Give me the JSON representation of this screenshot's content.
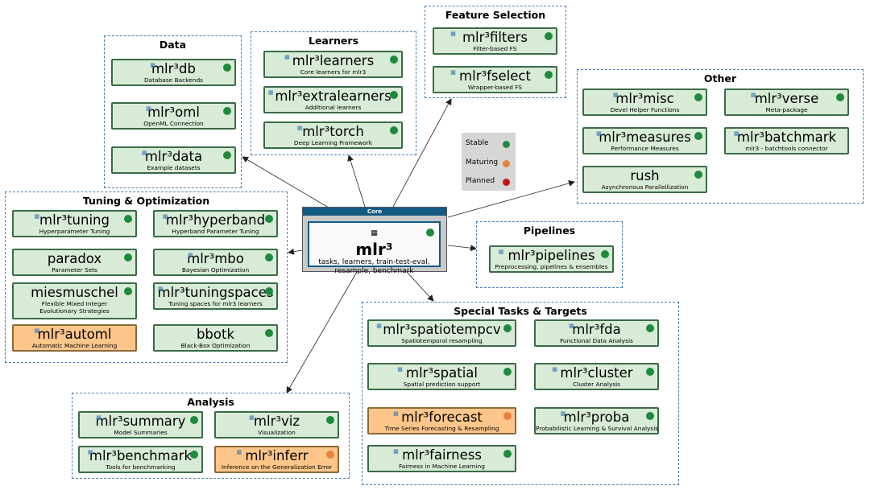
{
  "core": {
    "header": "Core",
    "name": "mlr³",
    "description": "tasks, learners, train-test-eval, resample, benchmark",
    "status": "stable"
  },
  "legend": [
    {
      "label": "Stable",
      "color": "#1e8a3c"
    },
    {
      "label": "Maturing",
      "color": "#e8823e"
    },
    {
      "label": "Planned",
      "color": "#c81414"
    }
  ],
  "colors": {
    "stable_fill": "#d8ebd6",
    "maturing_fill": "#fcc68a",
    "group_border": "#4a7fb0",
    "core_header": "#135a82"
  },
  "groups": {
    "data": {
      "title": "Data",
      "packages": [
        {
          "name": "mlr³db",
          "desc": "Database Backends",
          "status": "stable"
        },
        {
          "name": "mlr³oml",
          "desc": "OpenML Connection",
          "status": "stable"
        },
        {
          "name": "mlr³data",
          "desc": "Example datasets",
          "status": "stable"
        }
      ]
    },
    "learners": {
      "title": "Learners",
      "packages": [
        {
          "name": "mlr³learners",
          "desc": "Core learners for mlr3",
          "status": "stable"
        },
        {
          "name": "mlr³extralearners",
          "desc": "Additional learners",
          "status": "stable"
        },
        {
          "name": "mlr³torch",
          "desc": "Deep Learning Framework",
          "status": "stable"
        }
      ]
    },
    "feature_selection": {
      "title": "Feature Selection",
      "packages": [
        {
          "name": "mlr³filters",
          "desc": "Filter-based FS",
          "status": "stable"
        },
        {
          "name": "mlr³fselect",
          "desc": "Wrapper-based FS",
          "status": "stable"
        }
      ]
    },
    "other": {
      "title": "Other",
      "packages": [
        {
          "name": "mlr³misc",
          "desc": "Devel Helper Functions",
          "status": "stable"
        },
        {
          "name": "mlr³verse",
          "desc": "Meta-package",
          "status": "stable"
        },
        {
          "name": "mlr³measures",
          "desc": "Performance Measures",
          "status": "stable"
        },
        {
          "name": "mlr³batchmark",
          "desc": "mlr3 - batchtools connector",
          "status": "none"
        },
        {
          "name": "rush",
          "desc": "Asynchronous Parallellization",
          "status": "stable"
        }
      ]
    },
    "tuning": {
      "title": "Tuning & Optimization",
      "packages": [
        {
          "name": "mlr³tuning",
          "desc": "Hyperparameter Tuning",
          "status": "stable"
        },
        {
          "name": "mlr³hyperband",
          "desc": "Hyperband Parameter Tuning",
          "status": "stable"
        },
        {
          "name": "paradox",
          "desc": "Parameter Sets",
          "status": "stable"
        },
        {
          "name": "mlr³mbo",
          "desc": "Bayesian Optimization",
          "status": "stable"
        },
        {
          "name": "miesmuschel",
          "desc": "Flexible Mixed Integer\nEvolutionary Strategies",
          "status": "stable"
        },
        {
          "name": "mlr³tuningspaces",
          "desc": "Tuning spaces for mlr3 learners",
          "status": "stable"
        },
        {
          "name": "mlr³automl",
          "desc": "Automatic Machine Learning",
          "status": "maturing-nodot"
        },
        {
          "name": "bbotk",
          "desc": "Black-Box Optimization",
          "status": "stable"
        }
      ]
    },
    "pipelines": {
      "title": "Pipelines",
      "packages": [
        {
          "name": "mlr³pipelines",
          "desc": "Preprocessing, pipelines & ensembles",
          "status": "stable"
        }
      ]
    },
    "special": {
      "title": "Special Tasks & Targets",
      "packages": [
        {
          "name": "mlr³spatiotempcv",
          "desc": "Spatiotemporal resampling",
          "status": "stable"
        },
        {
          "name": "mlr³fda",
          "desc": "Functional Data Analysis",
          "status": "stable"
        },
        {
          "name": "mlr³spatial",
          "desc": "Spatial prediction support",
          "status": "stable"
        },
        {
          "name": "mlr³cluster",
          "desc": "Cluster Analysis",
          "status": "stable"
        },
        {
          "name": "mlr³forecast",
          "desc": "Time Series Forecasting & Resampling",
          "status": "maturing"
        },
        {
          "name": "mlr³proba",
          "desc": "Probabilistic Learning & Survival Analysis",
          "status": "stable"
        },
        {
          "name": "mlr³fairness",
          "desc": "Fairness in Machine Learning",
          "status": "stable"
        }
      ]
    },
    "analysis": {
      "title": "Analysis",
      "packages": [
        {
          "name": "mlr³summary",
          "desc": "Model Summaries",
          "status": "stable"
        },
        {
          "name": "mlr³viz",
          "desc": "Visualization",
          "status": "stable"
        },
        {
          "name": "mlr³benchmark",
          "desc": "Tools for benchmarking",
          "status": "stable"
        },
        {
          "name": "mlr³inferr",
          "desc": "Inference on the Generalization Error",
          "status": "maturing"
        }
      ]
    }
  }
}
